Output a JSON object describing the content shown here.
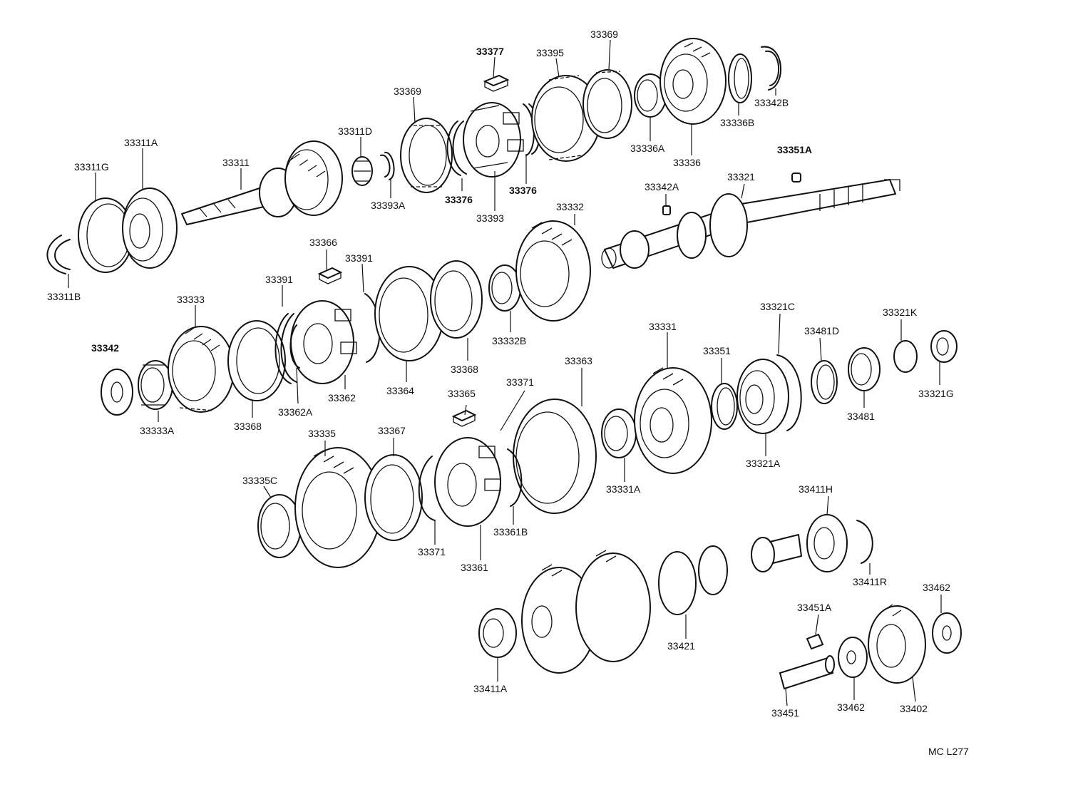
{
  "labels": {
    "p33377": "33377",
    "p33395": "33395",
    "p33369_top": "33369",
    "p33369_mid": "33369",
    "p33311D": "33311D",
    "p33311A": "33311A",
    "p33311G": "33311G",
    "p33311": "33311",
    "p33393A": "33393A",
    "p33376_a": "33376",
    "p33376_b": "33376",
    "p33393": "33393",
    "p33336A": "33336A",
    "p33336": "33336",
    "p33336B": "33336B",
    "p33342B": "33342B",
    "p33351A": "33351A",
    "p33342A": "33342A",
    "p33321": "33321",
    "p33311B": "33311B",
    "p33366": "33366",
    "p33391_a": "33391",
    "p33391_b": "33391",
    "p33332": "33332",
    "p33333": "33333",
    "p33342": "33342",
    "p33333A": "33333A",
    "p33368_a": "33368",
    "p33362A": "33362A",
    "p33362": "33362",
    "p33364": "33364",
    "p33368_b": "33368",
    "p33332B": "33332B",
    "p33321C": "33321C",
    "p33321K": "33321K",
    "p33481D": "33481D",
    "p33331": "33331",
    "p33351": "33351",
    "p33363": "33363",
    "p33321G": "33321G",
    "p33481": "33481",
    "p33321A": "33321A",
    "p33365": "33365",
    "p33371_a": "33371",
    "p33367": "33367",
    "p33335": "33335",
    "p33335C": "33335C",
    "p33331A": "33331A",
    "p33371_b": "33371",
    "p33361": "33361",
    "p33361B": "33361B",
    "p33411H": "33411H",
    "p33411R": "33411R",
    "p33462_a": "33462",
    "p33451A": "33451A",
    "p33421": "33421",
    "p33411A": "33411A",
    "p33451": "33451",
    "p33462_b": "33462",
    "p33402": "33402",
    "code": "MC L277"
  }
}
